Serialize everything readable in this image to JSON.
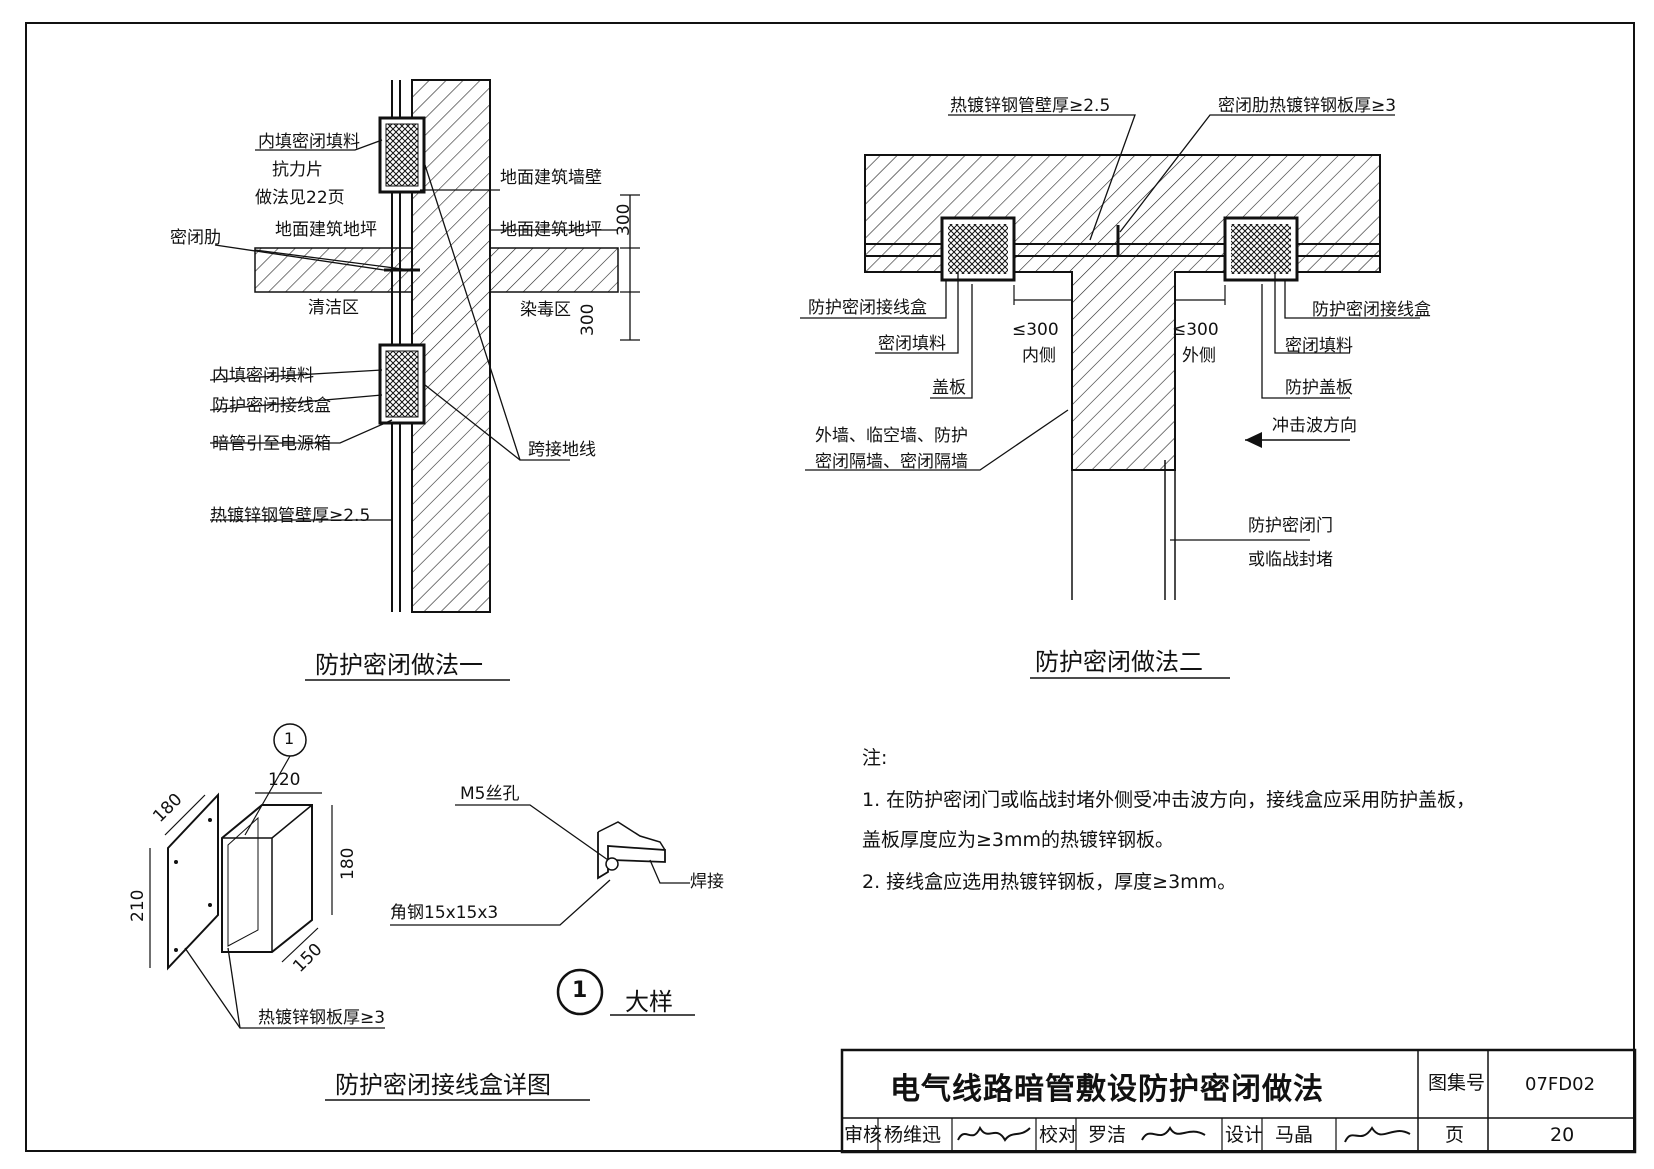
{
  "fig1": {
    "title": "防护密闭做法一",
    "labels": {
      "inner_fill_top": "内填密闭填料",
      "anti_force": "抗力片",
      "see_page": "做法见22页",
      "ground_floor_left": "地面建筑地坪",
      "seal_rib": "密闭肋",
      "clean_zone": "清洁区",
      "ground_wall": "地面建筑墙壁",
      "ground_floor_right": "地面建筑地坪",
      "toxic_zone": "染毒区",
      "inner_fill_bottom": "内填密闭填料",
      "junction_box": "防护密闭接线盒",
      "conduit_to_box": "暗管引至电源箱",
      "jumper": "跨接地线",
      "pipe_wall": "热镀锌钢管壁厚≥2.5",
      "dim_300_top": "300",
      "dim_300_bottom": "300"
    }
  },
  "fig2": {
    "title": "防护密闭做法二",
    "labels": {
      "pipe_wall": "热镀锌钢管壁厚≥2.5",
      "seal_rib": "密闭肋热镀锌钢板厚≥3",
      "box_left": "防护密闭接线盒",
      "fill_left": "密闭填料",
      "cover_left": "盖板",
      "dim_inside": "≤300",
      "inside": "内侧",
      "dim_outside": "≤300",
      "outside": "外侧",
      "box_right": "防护密闭接线盒",
      "fill_right": "密闭填料",
      "cover_right": "防护盖板",
      "shock_dir": "冲击波方向",
      "walls_line1": "外墙、临空墙、防护",
      "walls_line2": "密闭隔墙、密闭隔墙",
      "door_line1": "防护密闭门",
      "door_line2": "或临战封堵"
    }
  },
  "fig3": {
    "title": "防护密闭接线盒详图",
    "labels": {
      "circle_num": "1",
      "dim_120": "120",
      "dim_180_top": "180",
      "dim_180_right": "180",
      "dim_210": "210",
      "dim_150": "150",
      "plate": "热镀锌钢板厚≥3"
    }
  },
  "fig4": {
    "title": "大样",
    "circle_num": "1",
    "labels": {
      "tap_hole": "M5丝孔",
      "angle_steel": "角钢15x15x3",
      "weld": "焊接"
    }
  },
  "notes": {
    "heading": "注:",
    "items": [
      "1.  在防护密闭门或临战封堵外侧受冲击波方向，接线盒应采用防护盖板，",
      "     盖板厚度应为≥3mm的热镀锌钢板。",
      "2.  接线盒应选用热镀锌钢板，厚度≥3mm。"
    ]
  },
  "title_block": {
    "title": "电气线路暗管敷设防护密闭做法",
    "atlas_label": "图集号",
    "atlas_no": "07FD02",
    "review_label": "审核",
    "reviewer": "杨维迅",
    "check_label": "校对",
    "checker": "罗洁",
    "design_label": "设计",
    "designer": "马晶",
    "page_label": "页",
    "page_no": "20"
  }
}
